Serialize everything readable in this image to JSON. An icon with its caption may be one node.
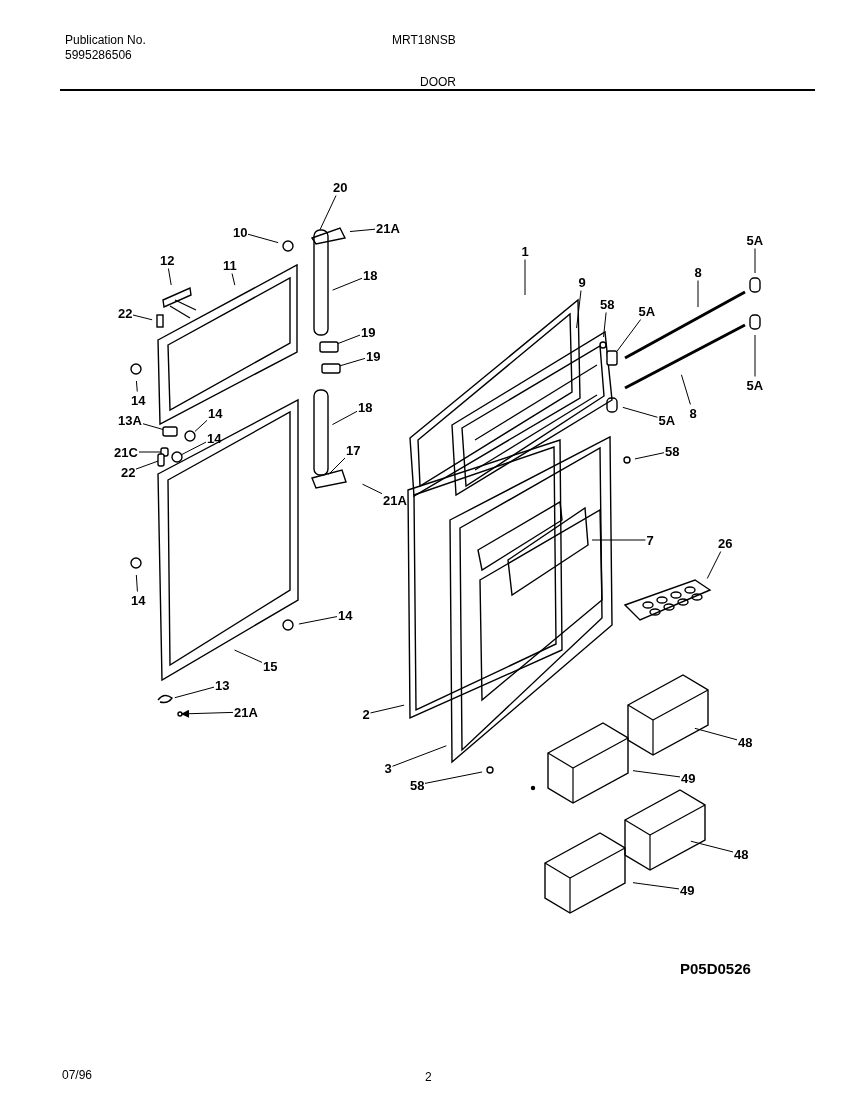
{
  "diagram": {
    "title": "DOOR",
    "nodes": [
      {
        "text": [
          "20"
        ]
      },
      {
        "text": [
          "21A"
        ]
      },
      {
        "text": [
          "10"
        ]
      },
      {
        "text": [
          "12"
        ]
      },
      {
        "text": [
          "11"
        ]
      },
      {
        "text": [
          "18"
        ]
      },
      {
        "text": [
          "22"
        ]
      },
      {
        "text": [
          "14"
        ]
      },
      {
        "text": [
          "19"
        ]
      },
      {
        "text": [
          "19"
        ]
      },
      {
        "text": [
          "18"
        ]
      },
      {
        "text": [
          "13A"
        ]
      },
      {
        "text": [
          "14"
        ]
      },
      {
        "text": [
          "21C"
        ]
      },
      {
        "text": [
          "14"
        ]
      },
      {
        "text": [
          "22"
        ]
      },
      {
        "text": [
          "17"
        ]
      },
      {
        "text": [
          "21A"
        ]
      },
      {
        "text": [
          "14"
        ]
      },
      {
        "text": [
          "14"
        ]
      },
      {
        "text": [
          "15"
        ]
      },
      {
        "text": [
          "13"
        ]
      },
      {
        "text": [
          "21A"
        ]
      },
      {
        "text": [
          "1"
        ]
      },
      {
        "text": [
          "9"
        ]
      },
      {
        "text": [
          "58"
        ]
      },
      {
        "text": [
          "5A"
        ]
      },
      {
        "text": [
          "8"
        ]
      },
      {
        "text": [
          "5A"
        ]
      },
      {
        "text": [
          "5A"
        ]
      },
      {
        "text": [
          "8"
        ]
      },
      {
        "text": [
          "5A"
        ]
      },
      {
        "text": [
          "58"
        ]
      },
      {
        "text": [
          "7"
        ]
      },
      {
        "text": [
          "26"
        ]
      },
      {
        "text": [
          "2"
        ]
      },
      {
        "text": [
          "3"
        ]
      },
      {
        "text": [
          "58"
        ]
      },
      {
        "text": [
          "48"
        ]
      },
      {
        "text": [
          "49"
        ]
      },
      {
        "text": [
          "48"
        ]
      },
      {
        "text": [
          "49"
        ]
      },
      {
        "text": [],
        "shape": "box"
      },
      {
        "text": [],
        "shape": "box"
      },
      {
        "text": [],
        "shape": "circle"
      },
      {
        "text": [],
        "shape": "box"
      },
      {
        "text": [],
        "shape": "box"
      },
      {
        "text": [],
        "shape": "circle"
      },
      {
        "text": [],
        "shape": "box"
      },
      {
        "text": [],
        "shape": "circle"
      },
      {
        "text": [],
        "shape": "box"
      }
    ],
    "edges": [
      {
        "from": 0,
        "to": null,
        "arrow": "none"
      },
      {
        "from": 1,
        "to": null,
        "arrow": "none"
      },
      {
        "from": 2,
        "to": null,
        "arrow": "none"
      },
      {
        "from": 3,
        "to": null,
        "arrow": "none"
      },
      {
        "from": 4,
        "to": null,
        "arrow": "none"
      },
      {
        "from": 5,
        "to": null,
        "arrow": "none"
      },
      {
        "from": 6,
        "to": null,
        "arrow": "none"
      },
      {
        "from": 7,
        "to": null,
        "arrow": "none"
      },
      {
        "from": 8,
        "to": 42,
        "arrow": "none"
      },
      {
        "from": 9,
        "to": 43,
        "arrow": "none"
      },
      {
        "from": 10,
        "to": null,
        "arrow": "none"
      },
      {
        "from": 11,
        "to": 50,
        "arrow": "none"
      },
      {
        "from": 12,
        "to": 44,
        "arrow": "none"
      },
      {
        "from": 13,
        "to": 45,
        "arrow": "none"
      },
      {
        "from": 14,
        "to": 49,
        "arrow": "none"
      },
      {
        "from": 15,
        "to": 46,
        "arrow": "none"
      },
      {
        "from": 16,
        "to": null,
        "arrow": "none"
      },
      {
        "from": 17,
        "to": null,
        "arrow": "none"
      },
      {
        "from": 18,
        "to": null,
        "arrow": "none"
      },
      {
        "from": 19,
        "to": null,
        "arrow": "none"
      },
      {
        "from": 20,
        "to": null,
        "arrow": "none"
      },
      {
        "from": 21,
        "to": null,
        "arrow": "none"
      },
      {
        "from": 22,
        "to": 47,
        "arrow": "to"
      },
      {
        "from": 23,
        "to": null,
        "arrow": "none"
      },
      {
        "from": 24,
        "to": null,
        "arrow": "none"
      },
      {
        "from": 25,
        "to": null,
        "arrow": "none"
      },
      {
        "from": 26,
        "to": 48,
        "arrow": "none"
      },
      {
        "from": 27,
        "to": null,
        "arrow": "none"
      },
      {
        "from": 28,
        "to": null,
        "arrow": "none"
      },
      {
        "from": 29,
        "to": null,
        "arrow": "none"
      },
      {
        "from": 30,
        "to": null,
        "arrow": "none"
      },
      {
        "from": 31,
        "to": null,
        "arrow": "none"
      },
      {
        "from": 32,
        "to": null,
        "arrow": "none"
      },
      {
        "from": 33,
        "to": null,
        "arrow": "none"
      },
      {
        "from": 34,
        "to": null,
        "arrow": "none"
      },
      {
        "from": 35,
        "to": null,
        "arrow": "none"
      },
      {
        "from": 36,
        "to": null,
        "arrow": "none"
      },
      {
        "from": 37,
        "to": null,
        "arrow": "none"
      },
      {
        "from": 38,
        "to": null,
        "arrow": "none"
      },
      {
        "from": 39,
        "to": null,
        "arrow": "none"
      },
      {
        "from": 40,
        "to": null,
        "arrow": "none"
      },
      {
        "from": 41,
        "to": null,
        "arrow": "none"
      }
    ],
    "labels": [
      "Publication No.",
      "5995286506",
      "MRT18NSB",
      "P05D0526",
      "07/96",
      "2"
    ]
  }
}
